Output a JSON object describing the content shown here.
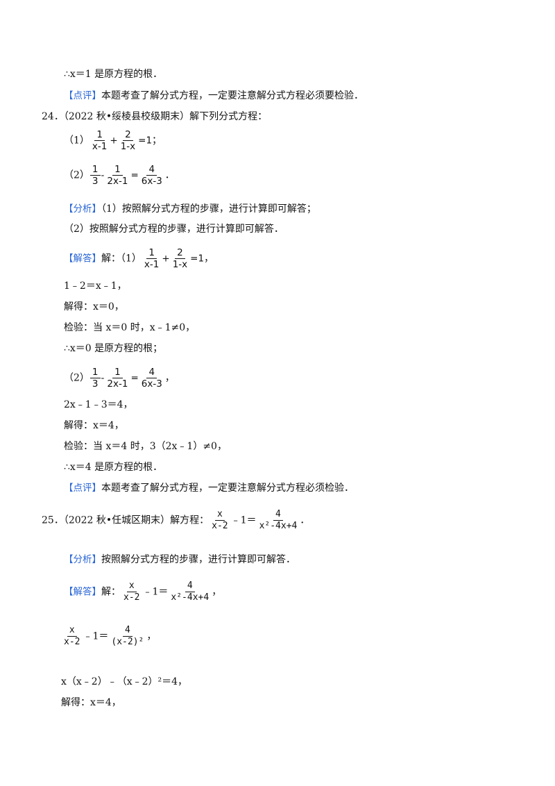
{
  "lines": {
    "l1": "∴x＝1 是原方程的根．",
    "l2_tag": "【点评】",
    "l2_text": "本题考查了解分式方程，一定要注意解分式方程必须要检验．",
    "q24_title": "24．（2022 秋•绥棱县校级期末）解下列分式方程：",
    "q24_1_label": "（1）",
    "q24_1_f1_num": "1",
    "q24_1_f1_den": "x-1",
    "q24_1_plus": "+",
    "q24_1_f2_num": "2",
    "q24_1_f2_den": "1-x",
    "q24_1_rhs": "=1",
    "q24_1_end": "；",
    "q24_2_label": "（2）",
    "q24_2_f1_num": "1",
    "q24_2_f1_den": "3",
    "q24_2_minus": "-",
    "q24_2_f2_num": "1",
    "q24_2_f2_den": "2x-1",
    "q24_2_eq": "=",
    "q24_2_f3_num": "4",
    "q24_2_f3_den": "6x-3",
    "q24_2_end": "．",
    "fx_tag": "【分析】",
    "fx_text1": "（1）按照解分式方程的步骤，进行计算即可解答；",
    "fx_text2": "（2）按照解分式方程的步骤，进行计算即可解答．",
    "jd_tag": "【解答】",
    "jd_text": "解：（1）",
    "jd_end": "，",
    "s1": "1﹣2＝x﹣1，",
    "s2": "解得：x＝0，",
    "s3": "检验：当 x＝0 时，x﹣1≠0，",
    "s4": "∴x＝0 是原方程的根；",
    "s5_label": "（2）",
    "s5_end": "，",
    "s6": "2x﹣1﹣3＝4，",
    "s7": "解得：x＝4，",
    "s8": "检验：当 x＝4 时，3（2x﹣1）≠0，",
    "s9": "∴x＝4 是原方程的根．",
    "dp2_tag": "【点评】",
    "dp2_text": "本题考查了解分式方程，一定要注意解分式方程必须检验．",
    "q25_title": "25．（2022 秋•任城区期末）解方程：",
    "q25_f1_num": "x",
    "q25_f1_den": "x-2",
    "q25_mid": "﹣1＝",
    "q25_f2_num": "4",
    "q25_f2_den": "x²-4x+4",
    "q25_end": "．",
    "fx3_tag": "【分析】",
    "fx3_text": "按照解分式方程的步骤，进行计算即可解答．",
    "jd3_tag": "【解答】",
    "jd3_text": "解：",
    "jd3_end": "，",
    "t1_f2_den": "(x-2)²",
    "t1_end": "，",
    "t2": "x（x﹣2）﹣（x﹣2）²＝4，",
    "t3": "解得：x＝4，"
  }
}
